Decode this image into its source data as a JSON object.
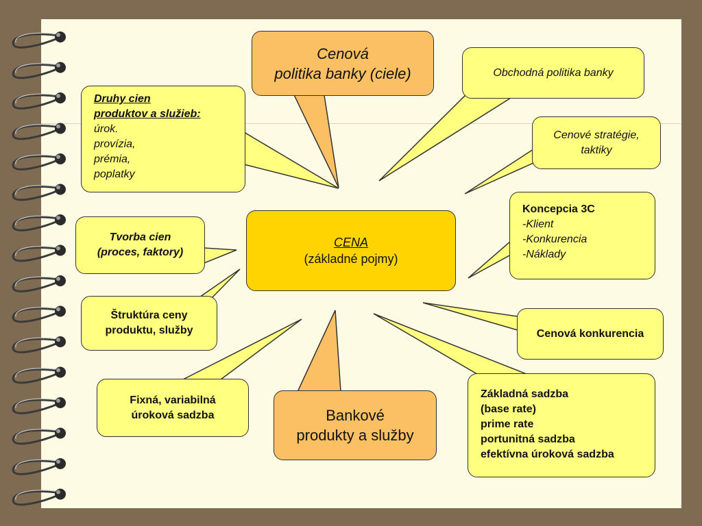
{
  "nodes": {
    "center": {
      "title": "CENA",
      "subtitle": "(základné pojmy)"
    },
    "cenova_politika": {
      "lines": [
        "Cenová",
        "politika banky (ciele)"
      ]
    },
    "obchodna_politika": {
      "text": "Obchodná politika banky"
    },
    "cenove_strategie": {
      "lines": [
        "Cenové stratégie,",
        "taktiky"
      ]
    },
    "druhy_cien": {
      "title_lines": [
        "Druhy cien",
        "produktov a služieb:"
      ],
      "items": [
        "úrok.",
        "provízia,",
        "prémia,",
        "poplatky"
      ]
    },
    "koncepcia": {
      "title": "Koncepcia 3C",
      "items": [
        "-Klient",
        "-Konkurencia",
        "-Náklady"
      ]
    },
    "tvorba_cien": {
      "lines": [
        "Tvorba cien",
        "(proces, faktory)"
      ]
    },
    "struktura": {
      "lines": [
        "Štruktúra ceny",
        "produktu, služby"
      ]
    },
    "cenova_konkurencia": {
      "text": "Cenová konkurencia"
    },
    "fixna": {
      "lines": [
        "Fixná, variabilná",
        "úroková sadzba"
      ]
    },
    "bankove_produkty": {
      "lines": [
        "Bankové",
        "produkty a služby"
      ]
    },
    "zakladna_sadzba": {
      "lines": [
        "Základná sadzba",
        "(base rate)",
        "prime rate",
        "portunitná sadzba",
        "efektívna úroková sadzba"
      ]
    }
  },
  "colors": {
    "yellow": "#ffff80",
    "orange": "#fcc064",
    "gold": "#ffd400",
    "paper": "#fdfbe3",
    "background": "#7f6a52"
  }
}
